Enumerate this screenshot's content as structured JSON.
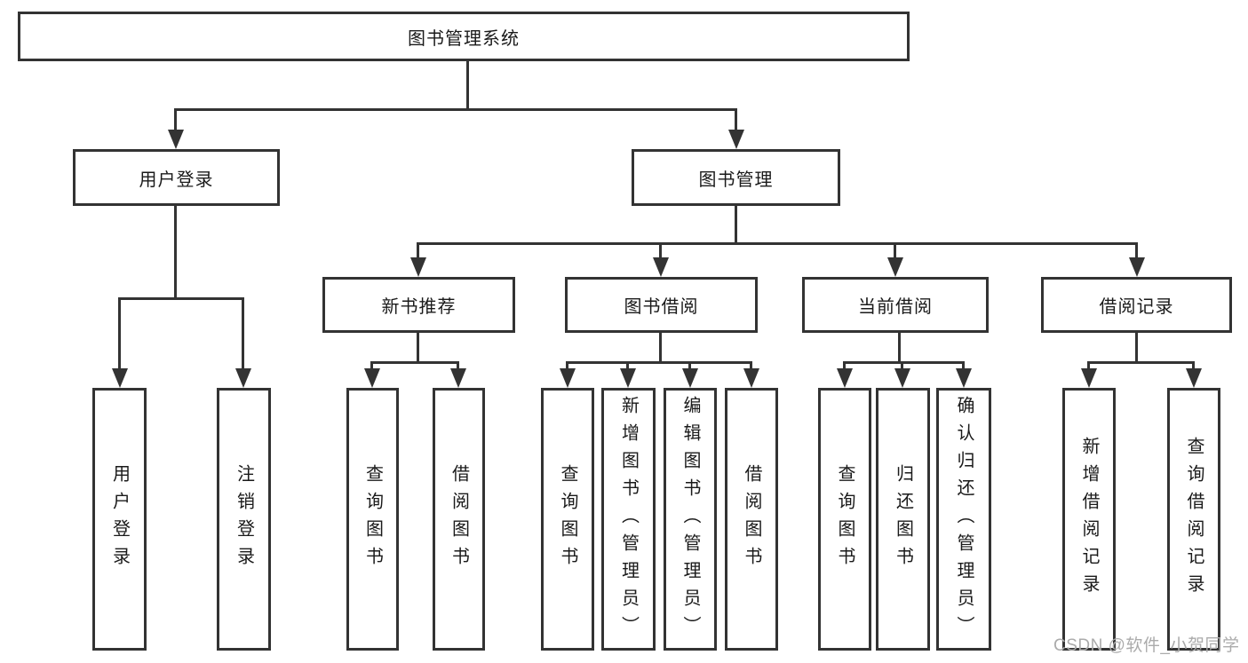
{
  "diagram": {
    "nodes": {
      "root": "图书管理系统",
      "user_login": "用户登录",
      "book_mgmt": "图书管理",
      "new_book": "新书推荐",
      "book_borrow": "图书借阅",
      "current_borrow": "当前借阅",
      "borrow_record": "借阅记录"
    },
    "leaves": {
      "user_login": [
        "用户登录",
        "注销登录"
      ],
      "new_book": [
        "查询图书",
        "借阅图书"
      ],
      "book_borrow": [
        "查询图书",
        "新增图书（管理员）",
        "编辑图书（管理员）",
        "借阅图书"
      ],
      "current_borrow": [
        "查询图书",
        "归还图书",
        "确认归还（管理员）"
      ],
      "borrow_record": [
        "新增借阅记录",
        "查询借阅记录"
      ]
    },
    "watermark": "CSDN @软件_小贺同学",
    "colors": {
      "line": "#333333",
      "text": "#1a1a1a",
      "watermark": "#ababab",
      "background": "#ffffff"
    }
  }
}
